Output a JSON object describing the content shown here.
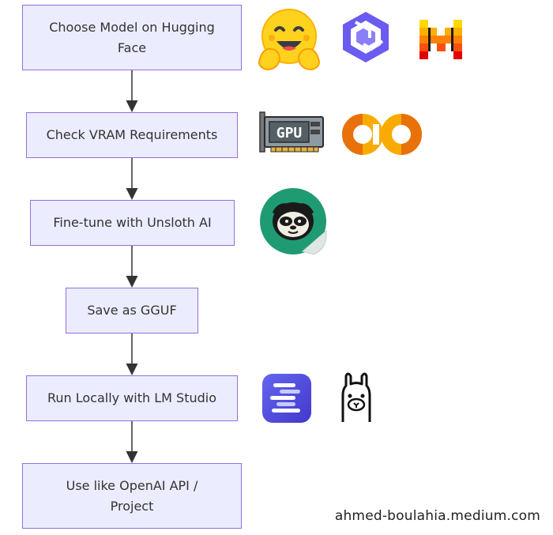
{
  "flow": {
    "steps": [
      {
        "label": "Choose Model on Hugging\nFace"
      },
      {
        "label": "Check VRAM Requirements"
      },
      {
        "label": "Fine-tune with Unsloth AI"
      },
      {
        "label": "Save as GGUF"
      },
      {
        "label": "Run Locally with LM Studio"
      },
      {
        "label": "Use like OpenAI API /\nProject"
      }
    ]
  },
  "logos": {
    "gpu_card_text": "GPU",
    "colab_text": "CO"
  },
  "colors": {
    "node_fill": "#ececff",
    "node_border": "#9370db",
    "edge": "#333333",
    "hugging_face_yellow": "#FFD21E",
    "qwen_purple": "#6a5cf0",
    "mistral_orange": "#f7761b",
    "colab_orange": "#f9ab00",
    "unsloth_green": "#1f9b73",
    "lm_studio_indigo": "#4f46e5"
  },
  "watermark": "ahmed-boulahia.medium.com"
}
